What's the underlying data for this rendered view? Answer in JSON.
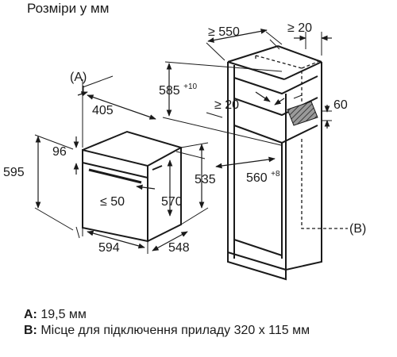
{
  "title": "Розміри у мм",
  "dims": {
    "cab_width": "≥ 550",
    "cab_side": "≥ 20",
    "cab_gap": "60",
    "cab_height": "585",
    "cab_height_tol": "+10",
    "cab_vent": "≥ 20",
    "cab_inner": "560",
    "cab_inner_tol": "+8",
    "oven_405": "405",
    "oven_96": "96",
    "oven_595": "595",
    "oven_535": "535",
    "oven_50": "≤ 50",
    "oven_570": "570",
    "oven_594": "594",
    "oven_548": "548"
  },
  "callouts": {
    "a": "(A)",
    "b": "(B)"
  },
  "legend": {
    "a_key": "A:",
    "a_text": "19,5 мм",
    "b_key": "B:",
    "b_text": "Місце для підключення приладу 320 x 115 мм"
  }
}
